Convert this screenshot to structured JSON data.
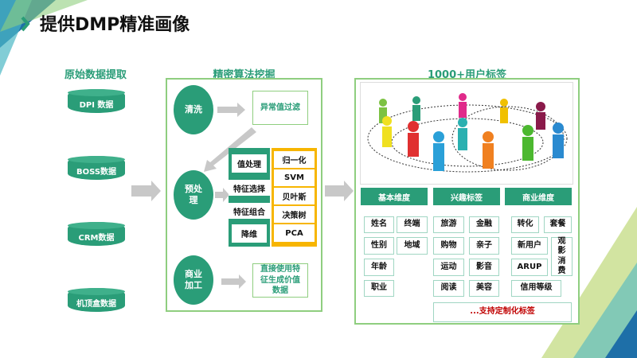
{
  "title": "提供DMP精准画像",
  "colors": {
    "accent": "#2a9d78",
    "yellow": "#f7b500",
    "red": "#c00000"
  },
  "sources": {
    "title": "原始数据提取",
    "items": [
      "DPI 数据",
      "BOSS数据",
      "CRM数据",
      "机顶盒数据"
    ]
  },
  "algo": {
    "title": "精密算法挖掘",
    "clean": "清洗",
    "outlier": "异常值过滤",
    "preprocess": "预处理",
    "business": "商业加工",
    "direct": "直接使用特征生成价值数据",
    "steps": [
      "值处理",
      "特征选择",
      "特征组合",
      "降维"
    ],
    "methods": [
      "归一化",
      "SVM",
      "贝叶斯",
      "决策树",
      "PCA"
    ]
  },
  "tags": {
    "title": "1000+用户标签",
    "headers": [
      "基本维度",
      "兴趣标签",
      "商业维度"
    ],
    "basic": [
      "姓名",
      "终端",
      "性别",
      "地域",
      "年龄",
      "职业"
    ],
    "interest": [
      "旅游",
      "金融",
      "购物",
      "亲子",
      "运动",
      "影音",
      "阅读",
      "美容"
    ],
    "business": [
      "转化",
      "套餐",
      "新用户",
      "观影消费",
      "ARUP",
      "信用等级"
    ],
    "custom": "...支持定制化标签"
  }
}
